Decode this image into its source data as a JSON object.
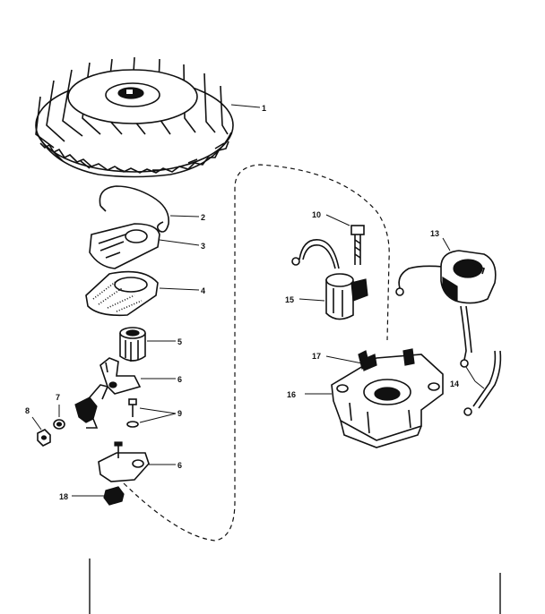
{
  "labels": {
    "flywheel": "1",
    "spring": "2",
    "key_plate": "3",
    "felt_washer": "4",
    "bushing": "5",
    "armature_bracket": "6",
    "lock_washer": "7",
    "nut": "8",
    "screw_washer": "9",
    "screw": "10",
    "coil": "13",
    "leads": "14",
    "condenser": "15",
    "stator_base": "16",
    "clip": "17",
    "wire_clip": "18"
  },
  "colors": {
    "ink": "#111111",
    "paper": "#ffffff"
  }
}
